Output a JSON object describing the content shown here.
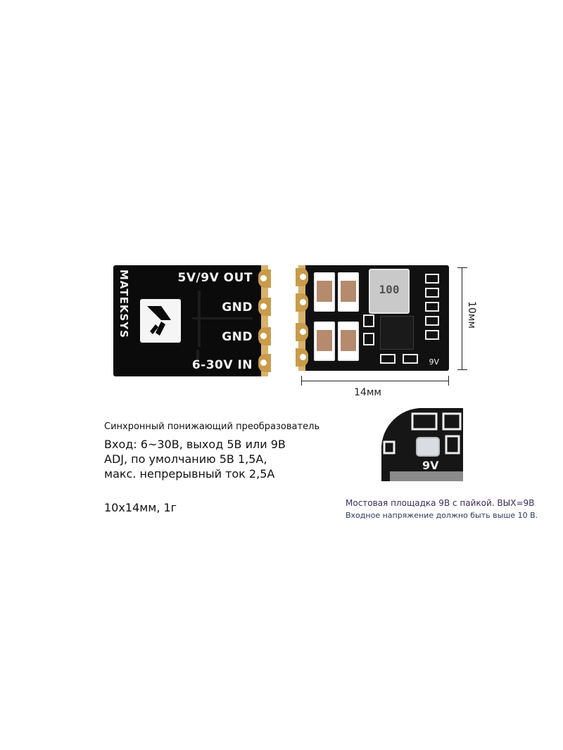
{
  "back_board": {
    "brand": "MATEKSYS",
    "pins": [
      "5V/9V OUT",
      "GND",
      "GND",
      "6-30V IN"
    ]
  },
  "front_board": {
    "inductor_marking": "100",
    "silk_label": "9V"
  },
  "dimensions": {
    "width_label": "14мм",
    "height_label": "10мм"
  },
  "description": {
    "title": "Синхронный понижающий преобразователь",
    "line1": "Вход: 6~30В, выход 5В или 9В",
    "line2": "ADJ, по умолчанию 5В 1,5А,",
    "line3": "макс. непрерывный ток 2,5А",
    "size_weight": "10x14мм, 1г"
  },
  "zoom": {
    "silk_label": "9V",
    "note1": "Мостовая площадка 9В с пайкой. ВЫХ=9В",
    "note2": "Входное напряжение должно быть выше 10 В."
  },
  "colors": {
    "pcb": "#0b0b0b",
    "gold": "#c99b4a",
    "capacitor": "#b68a6d",
    "note_text": "#3a2b5c"
  }
}
